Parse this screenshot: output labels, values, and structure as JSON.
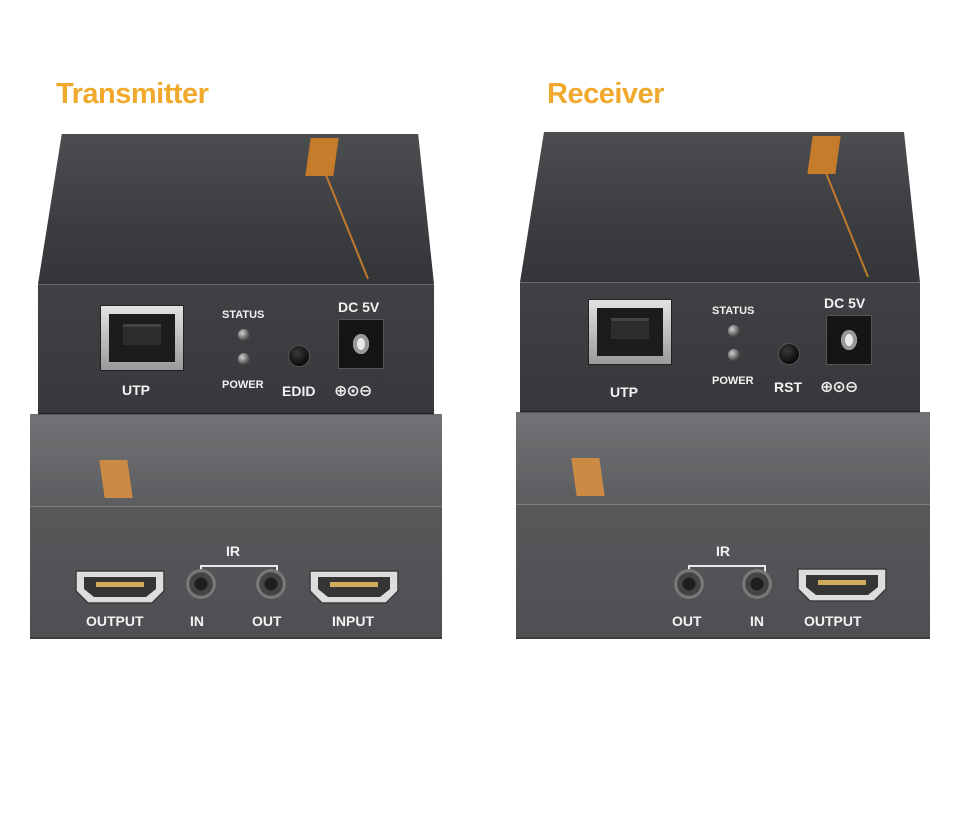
{
  "headings": {
    "transmitter": "Transmitter",
    "receiver": "Receiver"
  },
  "colors": {
    "heading": "#f0a92c",
    "accent": "#c57c2b",
    "body": "#3b3d40",
    "label": "#f2f2f2"
  },
  "transmitter": {
    "front": {
      "utp": "UTP",
      "status": "STATUS",
      "power": "POWER",
      "edid": "EDID",
      "dc": "DC 5V",
      "polarity": "⊕⊙⊖"
    },
    "rear": {
      "ir": "IR",
      "output": "OUTPUT",
      "in": "IN",
      "out": "OUT",
      "input": "INPUT"
    }
  },
  "receiver": {
    "front": {
      "utp": "UTP",
      "status": "STATUS",
      "power": "POWER",
      "rst": "RST",
      "dc": "DC 5V",
      "polarity": "⊕⊙⊖"
    },
    "rear": {
      "ir": "IR",
      "out": "OUT",
      "in": "IN",
      "output": "OUTPUT"
    }
  }
}
